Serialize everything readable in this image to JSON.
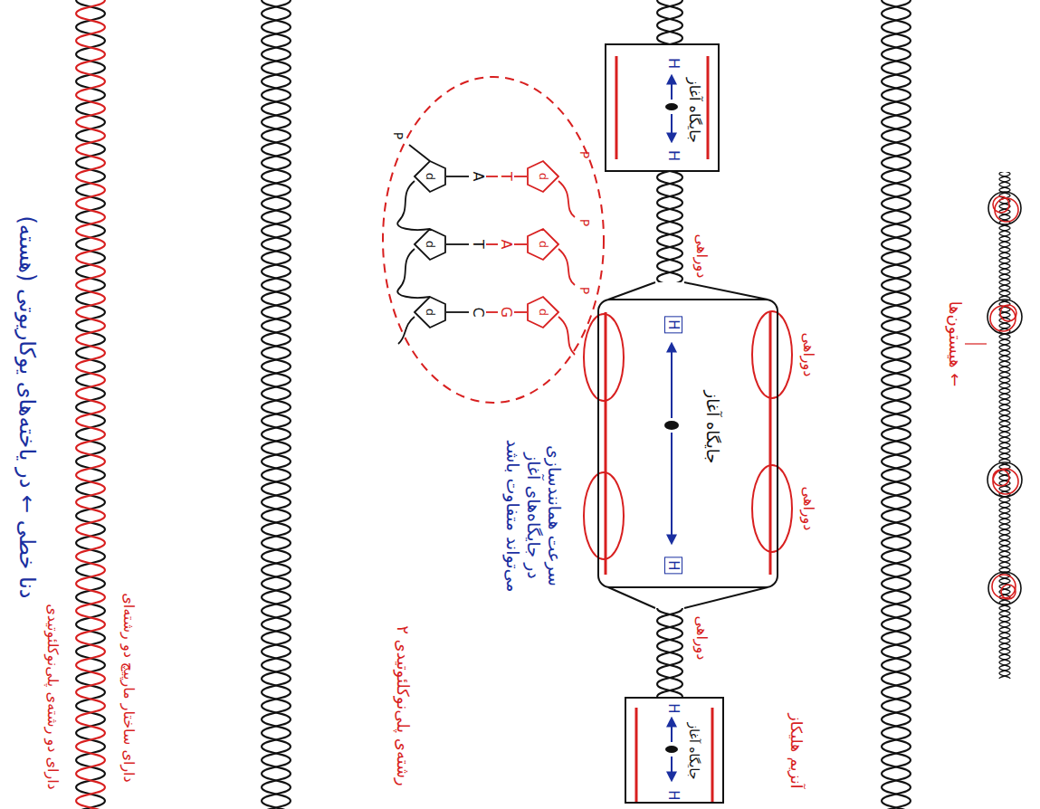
{
  "diagram": {
    "nodes": [
      {
        "text": [
          "H",
          "جایگاه آغاز",
          "H"
        ]
      },
      {
        "text": [
          "H",
          "جایگاه آغاز",
          "H"
        ]
      },
      {
        "text": [
          "H",
          "جایگاه آغاز",
          "H"
        ]
      }
    ],
    "labels": [
      "دنا خطی ← در یاخته‌های یوکاریوتی (هسته)",
      "دارای دو رشته‌ی پلی‌نوکلئوتیدی",
      "دارای ساختار مارپیچ دو رشته‌ای",
      "۲ رشته‌ی پلی‌نوکلئوتیدی",
      "سرعت همانندسازی در جایگاه‌های آغاز می‌تواند متفاوت باشد",
      "دوراهی",
      "دوراهی",
      "دوراهی",
      "دوراهی",
      "آنزیم هلیکاز",
      "هیستون‌ها ←",
      "P",
      "d",
      "A",
      "T",
      "d",
      "P",
      "d",
      "T",
      "A",
      "d",
      "P",
      "d",
      "C",
      "G",
      "d",
      "P"
    ]
  }
}
